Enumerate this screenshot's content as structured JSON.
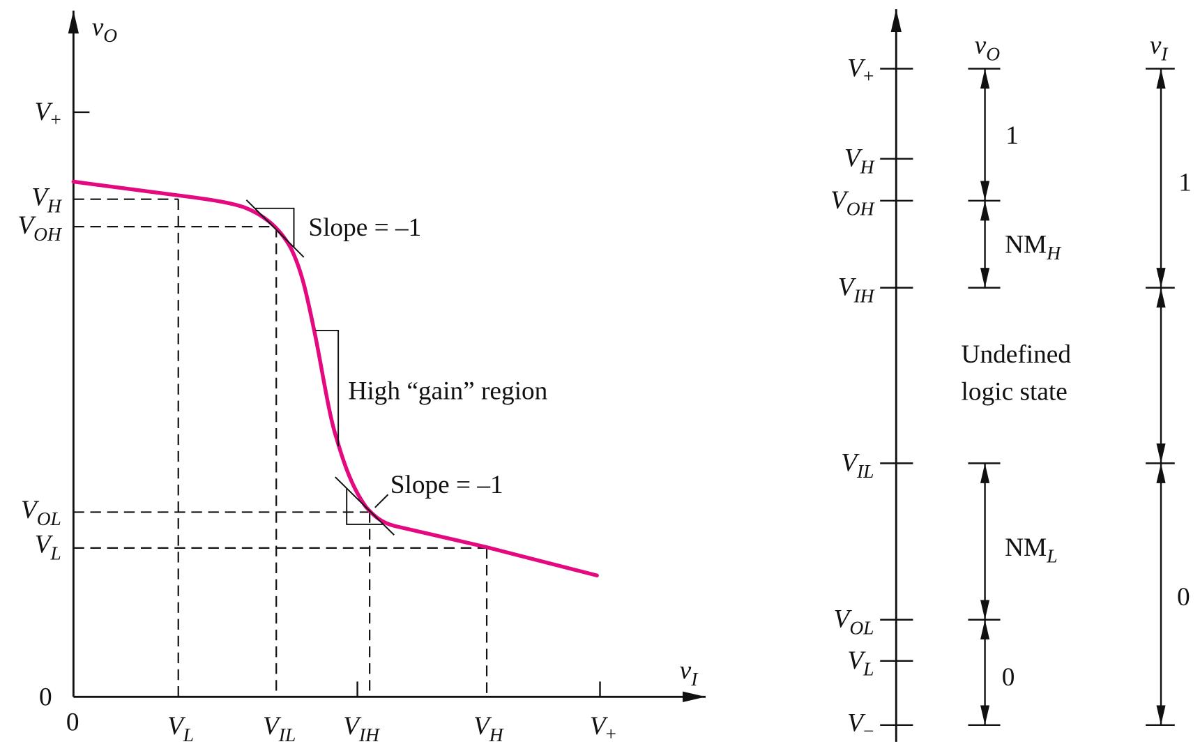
{
  "transfer_plot": {
    "y_axis_label": {
      "main": "v",
      "sub": "O"
    },
    "x_axis_label": {
      "main": "v",
      "sub": "I"
    },
    "y_ticks": {
      "v_plus": {
        "main": "V",
        "sub": "+"
      },
      "v_h": {
        "main": "V",
        "sub": "H"
      },
      "v_oh": {
        "main": "V",
        "sub": "OH"
      },
      "v_ol": {
        "main": "V",
        "sub": "OL"
      },
      "v_l": {
        "main": "V",
        "sub": "L"
      },
      "zero": "0"
    },
    "x_ticks": {
      "zero": "0",
      "v_l": {
        "main": "V",
        "sub": "L"
      },
      "v_il": {
        "main": "V",
        "sub": "IL"
      },
      "v_ih": {
        "main": "V",
        "sub": "IH"
      },
      "v_h": {
        "main": "V",
        "sub": "H"
      },
      "v_plus": {
        "main": "V",
        "sub": "+"
      }
    },
    "annotations": {
      "slope_upper": "Slope = –1",
      "slope_lower": "Slope = –1",
      "gain_region": "High “gain” region"
    },
    "curve_color": "#E4097F"
  },
  "logic_levels": {
    "scale_labels": {
      "v_plus": {
        "main": "V",
        "sub": "+"
      },
      "v_h": {
        "main": "V",
        "sub": "H"
      },
      "v_oh": {
        "main": "V",
        "sub": "OH"
      },
      "v_ih": {
        "main": "V",
        "sub": "IH"
      },
      "v_il": {
        "main": "V",
        "sub": "IL"
      },
      "v_ol": {
        "main": "V",
        "sub": "OL"
      },
      "v_l": {
        "main": "V",
        "sub": "L"
      },
      "v_minus": {
        "main": "V",
        "sub": "−"
      }
    },
    "output_column": {
      "header": {
        "main": "v",
        "sub": "O"
      },
      "high_label": "1",
      "noise_margin_high": {
        "main": "NM",
        "sub": "H"
      },
      "noise_margin_low": {
        "main": "NM",
        "sub": "L"
      },
      "low_label": "0"
    },
    "input_column": {
      "header": {
        "main": "v",
        "sub": "I"
      },
      "high_label": "1",
      "low_label": "0"
    },
    "undefined_region": {
      "line1": "Undefined",
      "line2": "logic state"
    }
  }
}
